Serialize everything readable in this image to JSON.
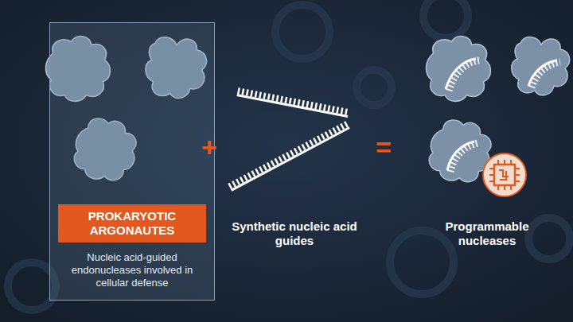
{
  "diagram": {
    "nodes": [
      {
        "text": [
          "Nucleic acid-guided endonucleases involved in cellular defense"
        ]
      },
      {
        "text": [
          "PROKARYOTIC ARGONAUTES"
        ],
        "in": 0
      }
    ],
    "labels": [
      "+",
      "Synthetic nucleic acid guides",
      "=",
      "Programmable nucleases"
    ]
  }
}
